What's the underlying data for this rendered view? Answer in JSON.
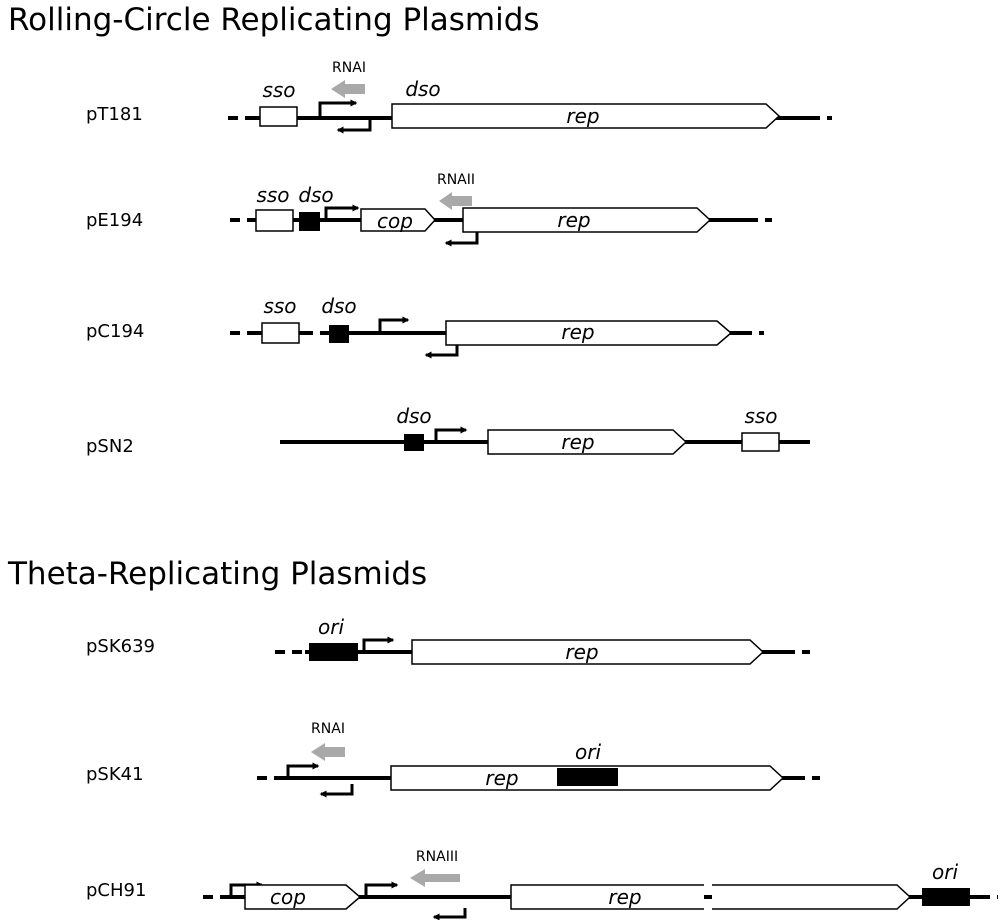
{
  "sections": {
    "rolling_circle": "Rolling-Circle Replicating Plasmids",
    "theta": "Theta-Replicating Plasmids"
  },
  "plasmids": [
    {
      "name": "pT181",
      "features": [
        "sso",
        "dso",
        "rep"
      ],
      "rnas": [
        "RNAI"
      ]
    },
    {
      "name": "pE194",
      "features": [
        "sso",
        "dso",
        "cop",
        "rep"
      ],
      "rnas": [
        "RNAII"
      ]
    },
    {
      "name": "pC194",
      "features": [
        "sso",
        "dso",
        "rep"
      ],
      "rnas": []
    },
    {
      "name": "pSN2",
      "features": [
        "dso",
        "rep",
        "sso"
      ],
      "rnas": []
    },
    {
      "name": "pSK639",
      "features": [
        "ori",
        "rep"
      ],
      "rnas": []
    },
    {
      "name": "pSK41",
      "features": [
        "rep",
        "ori"
      ],
      "rnas": [
        "RNAI"
      ]
    },
    {
      "name": "pCH91",
      "features": [
        "cop",
        "rep",
        "ori"
      ],
      "rnas": [
        "RNAIII"
      ]
    }
  ],
  "colors": {
    "line": "#000000",
    "antisense_rna_arrow": "#a9a9a9",
    "box_fill": "#ffffff",
    "origin_fill": "#000000"
  }
}
